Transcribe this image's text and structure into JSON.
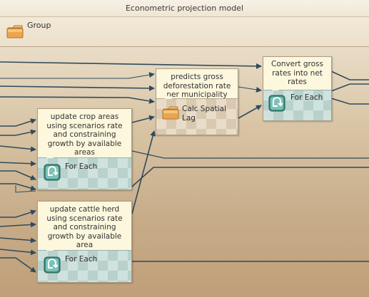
{
  "window": {
    "title": "Econometric projection model"
  },
  "group": {
    "label": "Group",
    "icon": "folder-icon"
  },
  "nodes": {
    "predicts": {
      "label": "predicts gross deforestation rate per municipality",
      "sub_label": "Calc Spatial Lag",
      "sub_icon": "folder-icon"
    },
    "convert": {
      "label": "Convert gross rates into net rates",
      "sub_label": "For Each",
      "sub_icon": "loop-icon"
    },
    "crop": {
      "label": "update crop areas using scenarios rate and constraining growth by available areas",
      "sub_label": "For Each",
      "sub_icon": "loop-icon"
    },
    "cattle": {
      "label": "update cattle herd using scenarios rate and constraining growth by available area",
      "sub_label": "For Each",
      "sub_icon": "loop-icon"
    }
  },
  "colors": {
    "link": "#2f4a5e",
    "node_fill": "#fcf7dd",
    "loop_fill": "#cfe2dd",
    "folder": "#e8a44a"
  }
}
